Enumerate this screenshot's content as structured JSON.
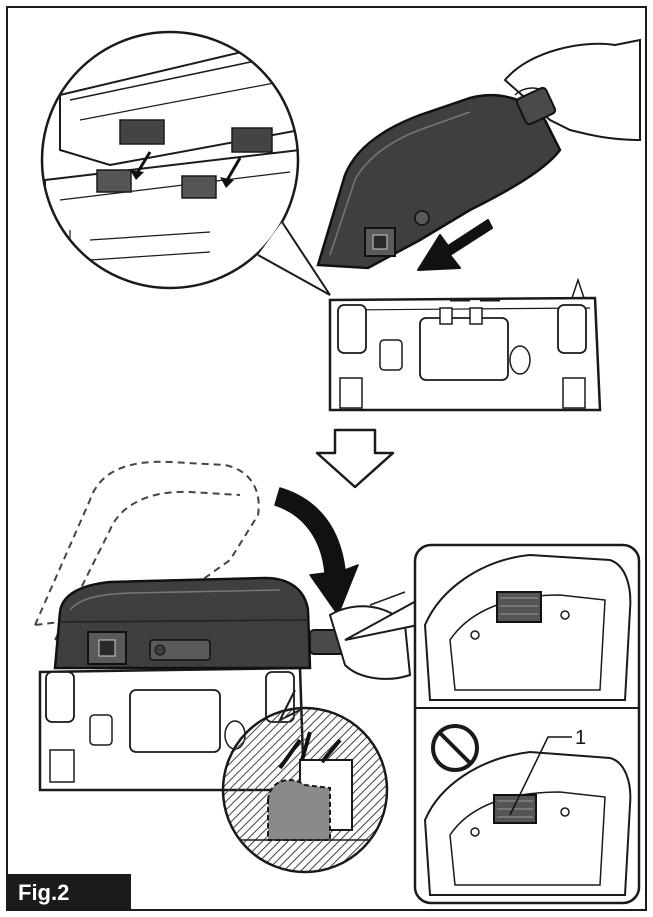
{
  "figure": {
    "label": "Fig.2",
    "callouts": [
      {
        "id": "1",
        "text": "1"
      }
    ]
  },
  "colors": {
    "line": "#1a1a1a",
    "battery_fill": "#3f3f3f",
    "battery_light": "#5a5a5a",
    "hatch": "#444444",
    "label_bg": "#1b1b1b",
    "label_text": "#ffffff"
  },
  "icons": {
    "prohibition": "prohibition-icon",
    "arrow_down": "hollow-down-arrow-icon",
    "arrow_insert": "insert-arrow-icon",
    "arrow_rotate": "rotate-arrow-icon"
  }
}
